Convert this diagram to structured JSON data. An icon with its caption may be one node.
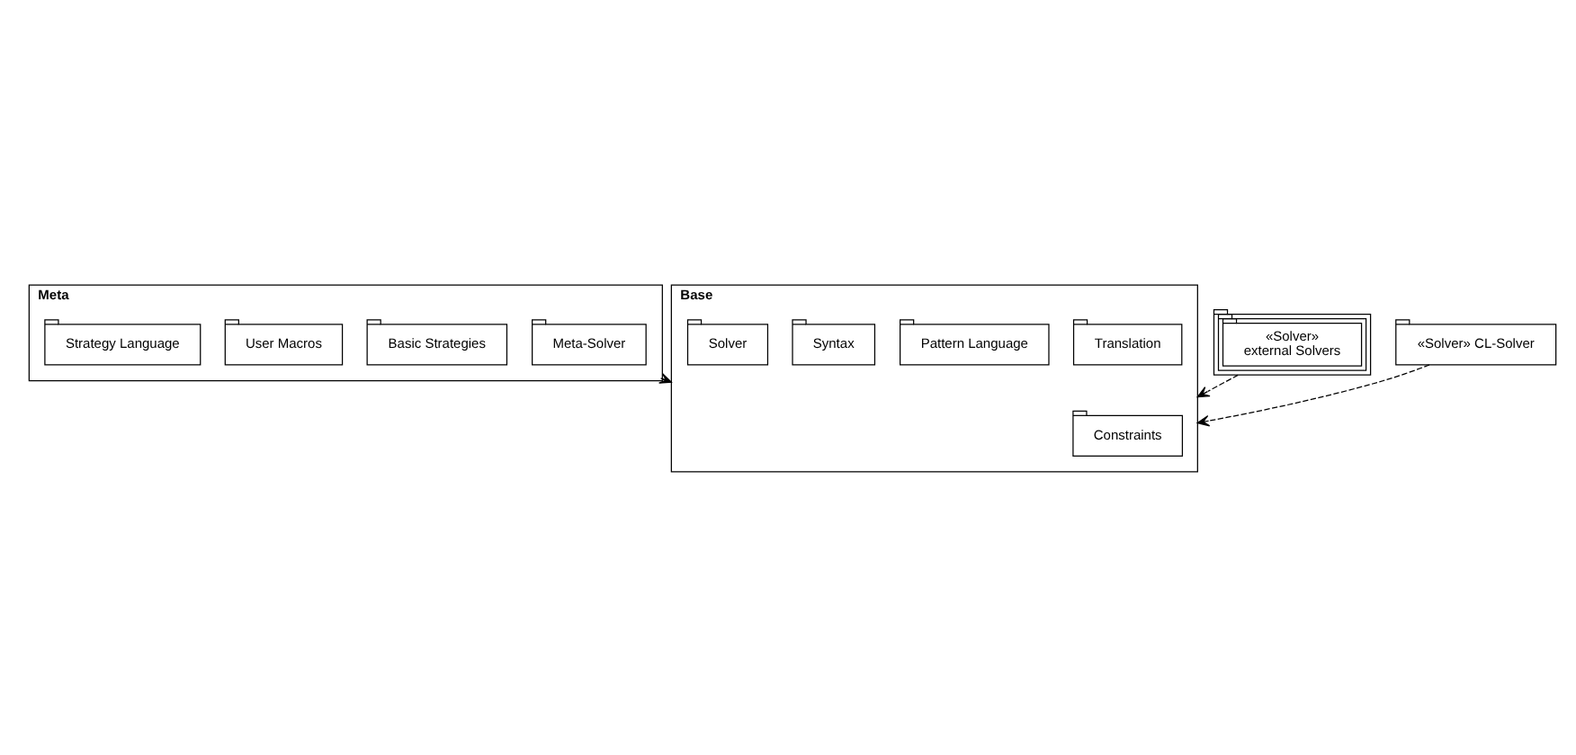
{
  "diagram": {
    "nodes": [
      {
        "text": [
          "Meta"
        ]
      },
      {
        "text": [
          "Meta-Solver"
        ],
        "in": 0
      },
      {
        "text": [
          "Basic Strategies"
        ],
        "in": 0
      },
      {
        "text": [
          "User Macros"
        ],
        "in": 0
      },
      {
        "text": [
          "Strategy Language"
        ],
        "in": 0
      },
      {
        "text": [
          "«Solver»",
          "external Solvers"
        ]
      },
      {
        "text": [
          "Base"
        ]
      },
      {
        "text": [
          "Constraints"
        ],
        "in": 6
      },
      {
        "text": [
          "Translation"
        ],
        "in": 6
      },
      {
        "text": [
          "Pattern Language"
        ],
        "in": 6
      },
      {
        "text": [
          "Syntax"
        ],
        "in": 6
      },
      {
        "text": [
          "Solver"
        ],
        "in": 6
      },
      {
        "text": [
          "«Solver» CL-Solver"
        ]
      }
    ],
    "edges": [
      {
        "from": 0,
        "to": 6,
        "arrow": "to",
        "style": "dashed"
      },
      {
        "from": 5,
        "to": 6,
        "arrow": "to",
        "style": "dashed"
      },
      {
        "from": 12,
        "to": 6,
        "arrow": "to",
        "style": "dashed"
      }
    ]
  }
}
